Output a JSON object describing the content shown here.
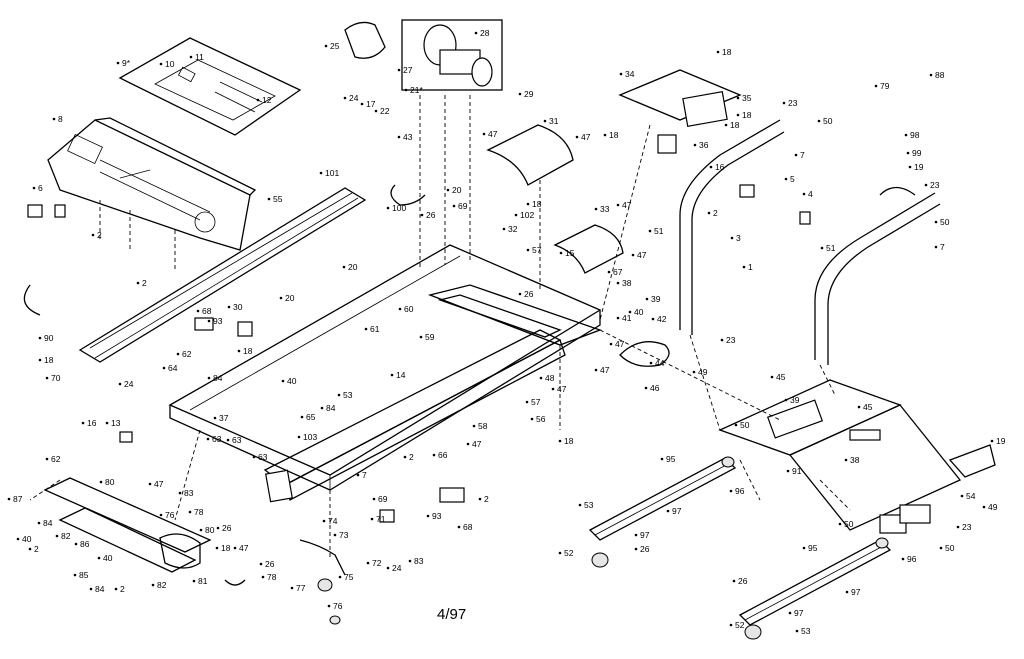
{
  "footer": {
    "date_code": "4/97"
  },
  "callouts": [
    {
      "id": "c1",
      "text": "9*"
    },
    {
      "id": "c2",
      "text": "10"
    },
    {
      "id": "c3",
      "text": "11"
    },
    {
      "id": "c4",
      "text": "12"
    },
    {
      "id": "c5",
      "text": "8"
    },
    {
      "id": "c6",
      "text": "6"
    },
    {
      "id": "c7",
      "text": "2"
    },
    {
      "id": "c8",
      "text": "2"
    },
    {
      "id": "c9",
      "text": "55"
    },
    {
      "id": "c10",
      "text": "101"
    },
    {
      "id": "c11",
      "text": "25"
    },
    {
      "id": "c12",
      "text": "24"
    },
    {
      "id": "c13",
      "text": "17"
    },
    {
      "id": "c14",
      "text": "22"
    },
    {
      "id": "c15",
      "text": "27"
    },
    {
      "id": "c16",
      "text": "21*"
    },
    {
      "id": "c17",
      "text": "28"
    },
    {
      "id": "c18",
      "text": "29"
    },
    {
      "id": "c19",
      "text": "31"
    },
    {
      "id": "c20",
      "text": "47"
    },
    {
      "id": "c21",
      "text": "47"
    },
    {
      "id": "c22",
      "text": "43"
    },
    {
      "id": "c23",
      "text": "34"
    },
    {
      "id": "c24",
      "text": "18"
    },
    {
      "id": "c25",
      "text": "35"
    },
    {
      "id": "c26",
      "text": "18"
    },
    {
      "id": "c27",
      "text": "18"
    },
    {
      "id": "c28",
      "text": "18"
    },
    {
      "id": "c29",
      "text": "36"
    },
    {
      "id": "c30",
      "text": "16"
    },
    {
      "id": "c31",
      "text": "23"
    },
    {
      "id": "c32",
      "text": "50"
    },
    {
      "id": "c33",
      "text": "7"
    },
    {
      "id": "c34",
      "text": "79"
    },
    {
      "id": "c35",
      "text": "88"
    },
    {
      "id": "c36",
      "text": "98"
    },
    {
      "id": "c37",
      "text": "99"
    },
    {
      "id": "c38",
      "text": "19"
    },
    {
      "id": "c39",
      "text": "23"
    },
    {
      "id": "c40",
      "text": "50"
    },
    {
      "id": "c41",
      "text": "7"
    },
    {
      "id": "c42",
      "text": "5"
    },
    {
      "id": "c43",
      "text": "2"
    },
    {
      "id": "c44",
      "text": "4"
    },
    {
      "id": "c45",
      "text": "3"
    },
    {
      "id": "c46",
      "text": "1"
    },
    {
      "id": "c47",
      "text": "51"
    },
    {
      "id": "c48",
      "text": "51"
    },
    {
      "id": "c49",
      "text": "100"
    },
    {
      "id": "c50",
      "text": "20"
    },
    {
      "id": "c51",
      "text": "26"
    },
    {
      "id": "c52",
      "text": "69"
    },
    {
      "id": "c53",
      "text": "18"
    },
    {
      "id": "c54",
      "text": "102"
    },
    {
      "id": "c55",
      "text": "32"
    },
    {
      "id": "c56",
      "text": "33"
    },
    {
      "id": "c57",
      "text": "47"
    },
    {
      "id": "c58",
      "text": "47"
    },
    {
      "id": "c59",
      "text": "57"
    },
    {
      "id": "c60",
      "text": "15"
    },
    {
      "id": "c61",
      "text": "67"
    },
    {
      "id": "c62",
      "text": "38"
    },
    {
      "id": "c63",
      "text": "39"
    },
    {
      "id": "c64",
      "text": "26"
    },
    {
      "id": "c65",
      "text": "41"
    },
    {
      "id": "c66",
      "text": "40"
    },
    {
      "id": "c67",
      "text": "42"
    },
    {
      "id": "c68",
      "text": "20"
    },
    {
      "id": "c69",
      "text": "60"
    },
    {
      "id": "c70",
      "text": "61"
    },
    {
      "id": "c71",
      "text": "20"
    },
    {
      "id": "c72",
      "text": "30"
    },
    {
      "id": "c73",
      "text": "68"
    },
    {
      "id": "c74",
      "text": "93"
    },
    {
      "id": "c75",
      "text": "18"
    },
    {
      "id": "c76",
      "text": "59"
    },
    {
      "id": "c77",
      "text": "62"
    },
    {
      "id": "c78",
      "text": "64"
    },
    {
      "id": "c79",
      "text": "84"
    },
    {
      "id": "c80",
      "text": "24"
    },
    {
      "id": "c81",
      "text": "40"
    },
    {
      "id": "c82",
      "text": "65"
    },
    {
      "id": "c83",
      "text": "53"
    },
    {
      "id": "c84",
      "text": "84"
    },
    {
      "id": "c85",
      "text": "37"
    },
    {
      "id": "c86",
      "text": "14"
    },
    {
      "id": "c87",
      "text": "48"
    },
    {
      "id": "c88",
      "text": "47"
    },
    {
      "id": "c89",
      "text": "57"
    },
    {
      "id": "c90",
      "text": "56"
    },
    {
      "id": "c91",
      "text": "18"
    },
    {
      "id": "c92",
      "text": "58"
    },
    {
      "id": "c93",
      "text": "66"
    },
    {
      "id": "c94",
      "text": "47"
    },
    {
      "id": "c95",
      "text": "44"
    },
    {
      "id": "c96",
      "text": "47"
    },
    {
      "id": "c97",
      "text": "46"
    },
    {
      "id": "c98",
      "text": "23"
    },
    {
      "id": "c99",
      "text": "49"
    },
    {
      "id": "c100",
      "text": "45"
    },
    {
      "id": "c101",
      "text": "39"
    },
    {
      "id": "c102",
      "text": "45"
    },
    {
      "id": "c103",
      "text": "50"
    },
    {
      "id": "c104",
      "text": "38"
    },
    {
      "id": "c105",
      "text": "19"
    },
    {
      "id": "c106",
      "text": "91"
    },
    {
      "id": "c107",
      "text": "54"
    },
    {
      "id": "c108",
      "text": "49"
    },
    {
      "id": "c109",
      "text": "23"
    },
    {
      "id": "c110",
      "text": "50"
    },
    {
      "id": "c111",
      "text": "50"
    },
    {
      "id": "c112",
      "text": "96"
    },
    {
      "id": "c113",
      "text": "95"
    },
    {
      "id": "c114",
      "text": "96"
    },
    {
      "id": "c115",
      "text": "53"
    },
    {
      "id": "c116",
      "text": "97"
    },
    {
      "id": "c117",
      "text": "97"
    },
    {
      "id": "c118",
      "text": "52"
    },
    {
      "id": "c119",
      "text": "26"
    },
    {
      "id": "c120",
      "text": "95"
    },
    {
      "id": "c121",
      "text": "97"
    },
    {
      "id": "c122",
      "text": "26"
    },
    {
      "id": "c123",
      "text": "97"
    },
    {
      "id": "c124",
      "text": "52"
    },
    {
      "id": "c125",
      "text": "53"
    },
    {
      "id": "c126",
      "text": "90"
    },
    {
      "id": "c127",
      "text": "18"
    },
    {
      "id": "c128",
      "text": "70"
    },
    {
      "id": "c129",
      "text": "16"
    },
    {
      "id": "c130",
      "text": "13"
    },
    {
      "id": "c131",
      "text": "63"
    },
    {
      "id": "c132",
      "text": "62"
    },
    {
      "id": "c133",
      "text": "63"
    },
    {
      "id": "c134",
      "text": "103"
    },
    {
      "id": "c135",
      "text": "47"
    },
    {
      "id": "c136",
      "text": "80"
    },
    {
      "id": "c137",
      "text": "83"
    },
    {
      "id": "c138",
      "text": "76"
    },
    {
      "id": "c139",
      "text": "78"
    },
    {
      "id": "c140",
      "text": "26"
    },
    {
      "id": "c141",
      "text": "80"
    },
    {
      "id": "c142",
      "text": "47"
    },
    {
      "id": "c143",
      "text": "87"
    },
    {
      "id": "c144",
      "text": "40"
    },
    {
      "id": "c145",
      "text": "2"
    },
    {
      "id": "c146",
      "text": "84"
    },
    {
      "id": "c147",
      "text": "82"
    },
    {
      "id": "c148",
      "text": "86"
    },
    {
      "id": "c149",
      "text": "40"
    },
    {
      "id": "c150",
      "text": "85"
    },
    {
      "id": "c151",
      "text": "84"
    },
    {
      "id": "c152",
      "text": "2"
    },
    {
      "id": "c153",
      "text": "82"
    },
    {
      "id": "c154",
      "text": "18"
    },
    {
      "id": "c155",
      "text": "81"
    },
    {
      "id": "c156",
      "text": "77"
    },
    {
      "id": "c157",
      "text": "76"
    },
    {
      "id": "c158",
      "text": "75"
    },
    {
      "id": "c159",
      "text": "78"
    },
    {
      "id": "c160",
      "text": "26"
    },
    {
      "id": "c161",
      "text": "74"
    },
    {
      "id": "c162",
      "text": "73"
    },
    {
      "id": "c163",
      "text": "72"
    },
    {
      "id": "c164",
      "text": "24"
    },
    {
      "id": "c165",
      "text": "83"
    },
    {
      "id": "c166",
      "text": "71"
    },
    {
      "id": "c167",
      "text": "69"
    },
    {
      "id": "c168",
      "text": "7"
    },
    {
      "id": "c169",
      "text": "2"
    },
    {
      "id": "c170",
      "text": "93"
    },
    {
      "id": "c171",
      "text": "68"
    },
    {
      "id": "c172",
      "text": "2"
    },
    {
      "id": "c173",
      "text": "63"
    },
    {
      "id": "c174",
      "text": "47"
    }
  ]
}
